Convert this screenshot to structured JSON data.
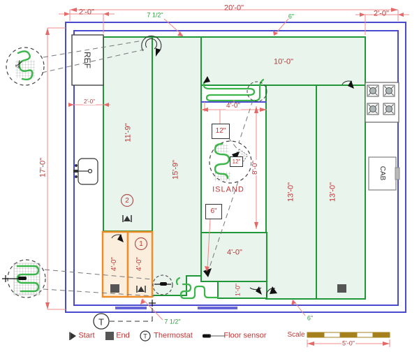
{
  "drawing": {
    "fixtures": {
      "ref": "REF",
      "cab": "CAB",
      "island": "ISLAND"
    },
    "dimensions": {
      "top_overall": "20'-0\"",
      "top_left_offset": "2'-0\"",
      "top_right_offset": "2'-0\"",
      "left_overall": "17'-0\"",
      "ref_offset": "2'-0\"",
      "island_width": "4'-0\"",
      "island_length": "8'-0\"",
      "mat_left": "11'-9\"",
      "mat_center": "15'-9\"",
      "mat_top": "10'-0\"",
      "mat_right_1": "13'-0\"",
      "mat_right_2": "13'-0\"",
      "mat_below_island": "4'-0\"",
      "mat_bottom_strip": "1'-0\"",
      "orange_mat_left": "4'-0\"",
      "orange_mat_right": "4'-0\""
    },
    "annotations": {
      "cable_spacing_top": "7 1/2\"",
      "edge_gap_top": "6\"",
      "cable_spacing_bottom": "7 1/2\"",
      "edge_gap_bottom": "6\"",
      "island_offset_box": "12\"",
      "island_detail_box": "12\"",
      "island_edge_box": "6\""
    },
    "circuits": {
      "circuit_1": "1",
      "circuit_2": "2"
    },
    "thermostat_letter": "T"
  },
  "legend": {
    "start": "Start",
    "end": "End",
    "thermostat": "Thermostat",
    "thermostat_letter": "T",
    "floor_sensor": "Floor sensor",
    "scale_label": "Scale",
    "scale_value": "5'-0\""
  },
  "colors": {
    "wall_blue": "#4a4ad0",
    "mat_line_green": "#1f9638",
    "mat_fill_green": "#e9f4ec",
    "cable_green": "#3cb54a",
    "dim_text_red": "#c03535",
    "dim_line_red": "#f08a8a",
    "annotation_green": "#2ba33c",
    "orange_border": "#ee8e2a",
    "orange_fill": "#fbeedd",
    "scale_bar_brown": "#a5801c"
  }
}
